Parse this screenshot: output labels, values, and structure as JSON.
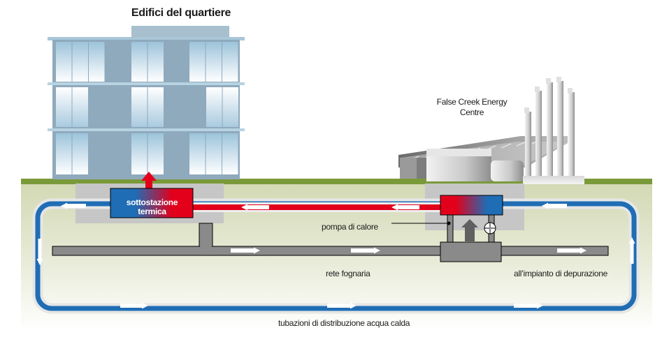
{
  "diagram": {
    "title": "Edifici del quartiere",
    "energy_centre_label": "False Creek Energy Centre",
    "energy_centre_lines": [
      "False Creek Energy",
      "Centre"
    ],
    "substation_label_lines": [
      "sottostazione",
      "termica"
    ],
    "heat_pump_label": "pompa di calore",
    "sewer_label": "rete fognaria",
    "treatment_label": "all’impianto di depurazione",
    "distribution_label": "tubazioni di distribuzione acqua calda"
  },
  "colors": {
    "hot_red": "#e3001b",
    "cold_blue": "#1f6db5",
    "ground_green": "#7a9a3a",
    "sewer_gray": "#8a8a8a",
    "building_blue": "#8fa9bd",
    "slab_gray": "#c6c6c6"
  },
  "flows": {
    "distribution_loop": "counter-clockwise",
    "hot_line": "right-to-left",
    "sewer": "left-to-right"
  }
}
